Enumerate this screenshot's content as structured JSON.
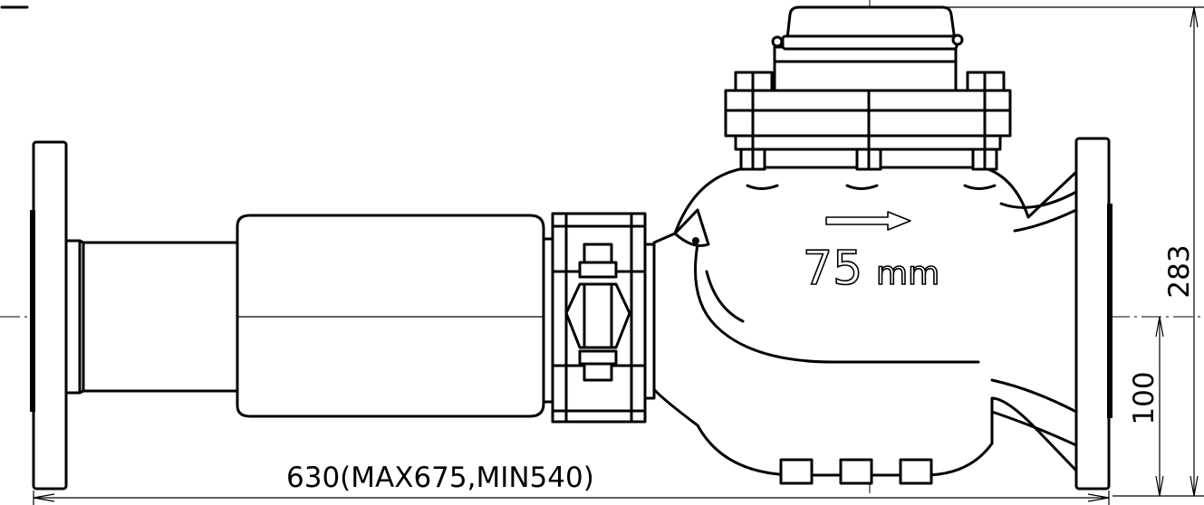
{
  "drawing": {
    "size_label": "75",
    "size_unit": "mm",
    "dim_length": "630(MAX675,MIN540)",
    "dim_height": "283",
    "dim_centre": "100"
  }
}
